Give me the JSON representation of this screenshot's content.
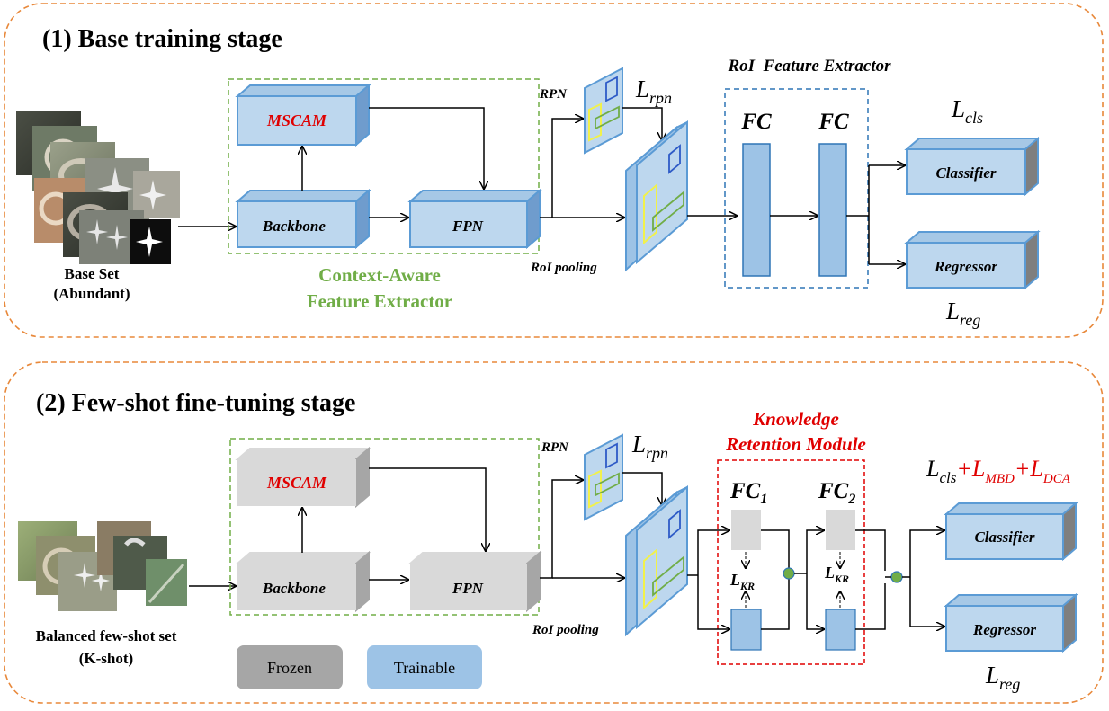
{
  "stage1": {
    "title": "(1) Base training stage",
    "dataset_label_1": "Base Set",
    "dataset_label_2": "(Abundant)",
    "mscam": "MSCAM",
    "backbone": "Backbone",
    "fpn": "FPN",
    "caf_label_1": "Context-Aware",
    "caf_label_2": "Feature Extractor",
    "rpn": "RPN",
    "l_rpn_main": "L",
    "l_rpn_sub": "rpn",
    "roi_pooling": "RoI pooling",
    "roi_extractor": "RoI  Feature Extractor",
    "fc1": "FC",
    "fc2": "FC",
    "l_cls_main": "L",
    "l_cls_sub": "cls",
    "classifier": "Classifier",
    "regressor": "Regressor",
    "l_reg_main": "L",
    "l_reg_sub": "reg"
  },
  "stage2": {
    "title": "(2) Few-shot fine-tuning stage",
    "dataset_label_1": "Balanced few-shot set",
    "dataset_label_2": "(K-shot)",
    "mscam": "MSCAM",
    "backbone": "Backbone",
    "fpn": "FPN",
    "rpn": "RPN",
    "l_rpn_main": "L",
    "l_rpn_sub": "rpn",
    "roi_pooling": "RoI pooling",
    "krm_label_1": "Knowledge",
    "krm_label_2": "Retention Module",
    "fc1_main": "FC",
    "fc1_sub": "1",
    "fc2_main": "FC",
    "fc2_sub": "2",
    "lkr1_main": "L",
    "lkr1_sub": "KR",
    "lkr2_main": "L",
    "lkr2_sub": "KR",
    "loss_cls_main": "L",
    "loss_cls_sub": "cls",
    "loss_plus1": "+",
    "loss_mbd_main": "L",
    "loss_mbd_sub": "MBD",
    "loss_plus2": "+",
    "loss_dca_main": "L",
    "loss_dca_sub": "DCA",
    "classifier": "Classifier",
    "regressor": "Regressor",
    "l_reg_main": "L",
    "l_reg_sub": "reg"
  },
  "legend": {
    "frozen": "Frozen",
    "trainable": "Trainable"
  },
  "colors": {
    "stage_border": "#e8883a",
    "trainable_fill": "#bdd7ee",
    "trainable_stroke": "#5b9bd5",
    "frozen_fill": "#d9d9d9",
    "frozen_side": "#a6a6a6",
    "caf_border": "#70ad47",
    "caf_text": "#70ad47",
    "roi_border": "#2e75b6",
    "krm_border": "#e00000",
    "red_text": "#e00000",
    "fc_fill": "#9dc3e6",
    "fc_stroke": "#2e75b6"
  }
}
